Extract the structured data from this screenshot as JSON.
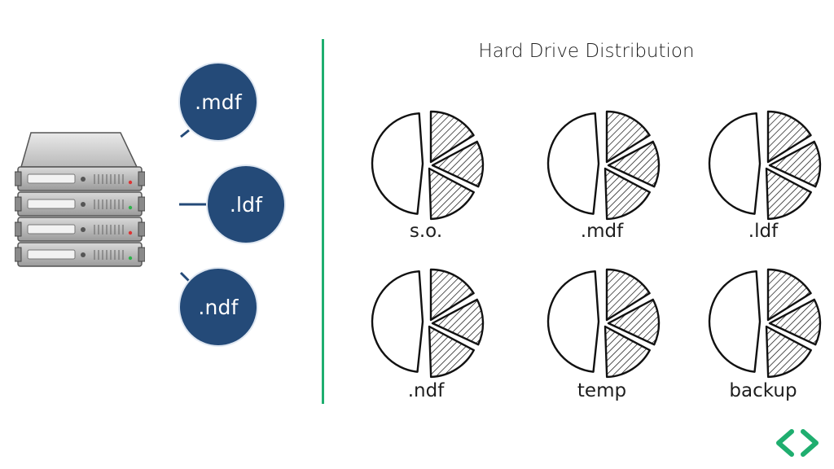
{
  "title": "Hard Drive Distribution",
  "server": {
    "icon": "server-rack-icon"
  },
  "files": [
    {
      "label": ".mdf"
    },
    {
      "label": ".ldf"
    },
    {
      "label": ".ndf"
    }
  ],
  "drives": [
    {
      "label": "s.o."
    },
    {
      "label": ".mdf"
    },
    {
      "label": ".ldf"
    },
    {
      "label": ".ndf"
    },
    {
      "label": "temp"
    },
    {
      "label": "backup"
    }
  ],
  "colors": {
    "bubble": "#244a78",
    "divider": "#1fae6f",
    "logo": "#1fae6f"
  },
  "logo": {
    "icon": "chevron-brackets-logo-icon"
  }
}
